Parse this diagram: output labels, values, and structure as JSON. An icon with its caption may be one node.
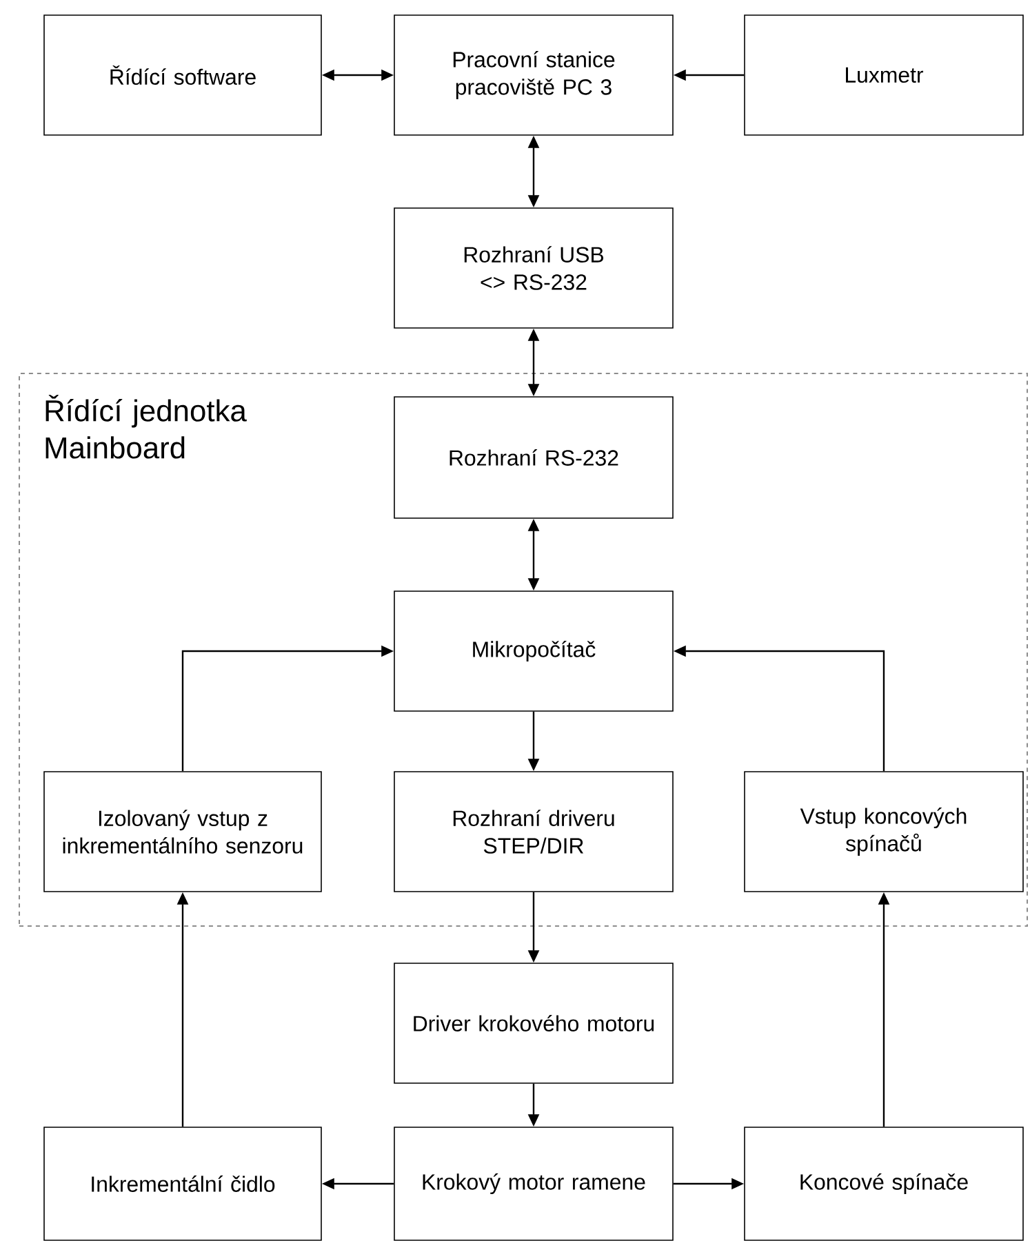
{
  "diagram": {
    "nodes": [
      {
        "text": [
          "Řídící software"
        ]
      },
      {
        "text": [
          "Pracovní stanice pracoviště PC 3"
        ]
      },
      {
        "text": [
          "Luxmetr"
        ]
      },
      {
        "text": [
          "Rozhraní USB <> RS-232"
        ]
      },
      {
        "text": [
          "Řídící jednotka Mainboard"
        ]
      },
      {
        "text": [
          "Rozhraní RS-232"
        ],
        "in": 4
      },
      {
        "text": [
          "Mikropočítač"
        ],
        "in": 4
      },
      {
        "text": [
          "Izolovaný vstup z inkrementálního senzoru"
        ],
        "in": 4
      },
      {
        "text": [
          "Rozhraní driveru STEP/DIR"
        ],
        "in": 4
      },
      {
        "text": [
          "Vstup koncových spínačů"
        ],
        "in": 4
      },
      {
        "text": [
          "Driver krokového motoru"
        ]
      },
      {
        "text": [
          "Inkrementální čidlo"
        ]
      },
      {
        "text": [
          "Krokový motor ramene"
        ]
      },
      {
        "text": [
          "Koncové spínače"
        ]
      }
    ],
    "edges": [
      {
        "from": 0,
        "to": 1,
        "arrow": "both"
      },
      {
        "from": 2,
        "to": 1,
        "arrow": "to"
      },
      {
        "from": 1,
        "to": 3,
        "arrow": "both"
      },
      {
        "from": 3,
        "to": 5,
        "arrow": "both"
      },
      {
        "from": 5,
        "to": 6,
        "arrow": "both"
      },
      {
        "from": 7,
        "to": 6,
        "arrow": "to"
      },
      {
        "from": 9,
        "to": 6,
        "arrow": "to"
      },
      {
        "from": 6,
        "to": 8,
        "arrow": "to"
      },
      {
        "from": 8,
        "to": 10,
        "arrow": "to"
      },
      {
        "from": 10,
        "to": 12,
        "arrow": "to"
      },
      {
        "from": 12,
        "to": 11,
        "arrow": "to"
      },
      {
        "from": 12,
        "to": 13,
        "arrow": "to"
      },
      {
        "from": 11,
        "to": 7,
        "arrow": "to"
      },
      {
        "from": 13,
        "to": 9,
        "arrow": "to"
      }
    ]
  }
}
